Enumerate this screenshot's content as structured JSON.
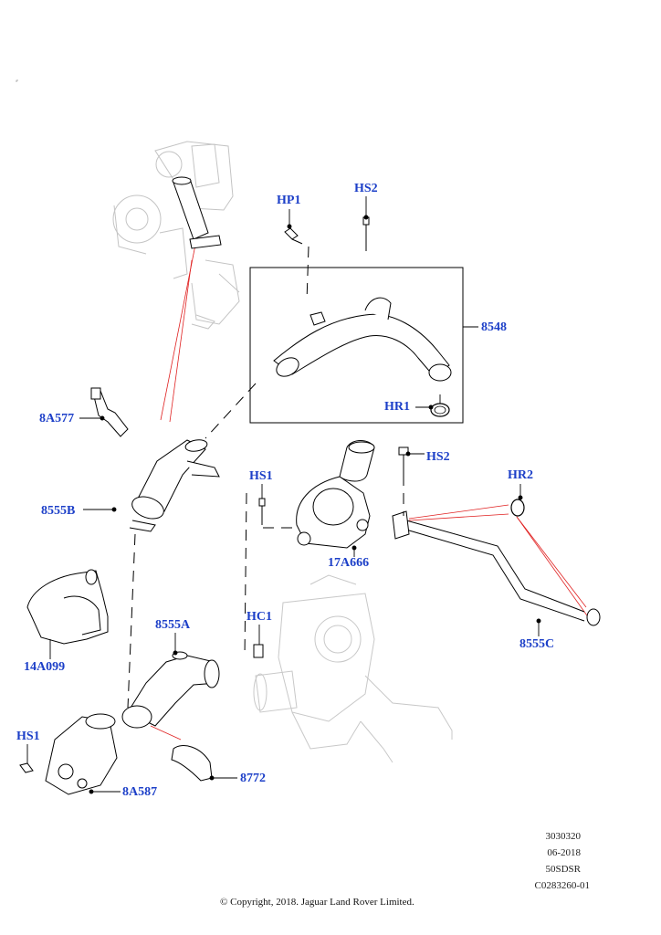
{
  "callouts": {
    "hp1": "HP1",
    "hs2_top": "HS2",
    "p8548": "8548",
    "hr1": "HR1",
    "hs2_mid": "HS2",
    "hr2": "HR2",
    "p8a577": "8A577",
    "hs1_mid": "HS1",
    "p8555b": "8555B",
    "p17a666": "17A666",
    "p14a099": "14A099",
    "p8555a": "8555A",
    "hc1": "HC1",
    "p8555c": "8555C",
    "hs1_low": "HS1",
    "p8772": "8772",
    "p8a587": "8A587"
  },
  "ref_block": [
    "3030320",
    "06-2018",
    "50SDSR",
    "C0283260-01"
  ],
  "copyright": "© Copyright, 2018. Jaguar Land Rover Limited.",
  "colors": {
    "callout": "#1c3fc8",
    "leader": "#000000",
    "assembly_ref": "#e02020",
    "ghost": "#bdbdbd"
  }
}
